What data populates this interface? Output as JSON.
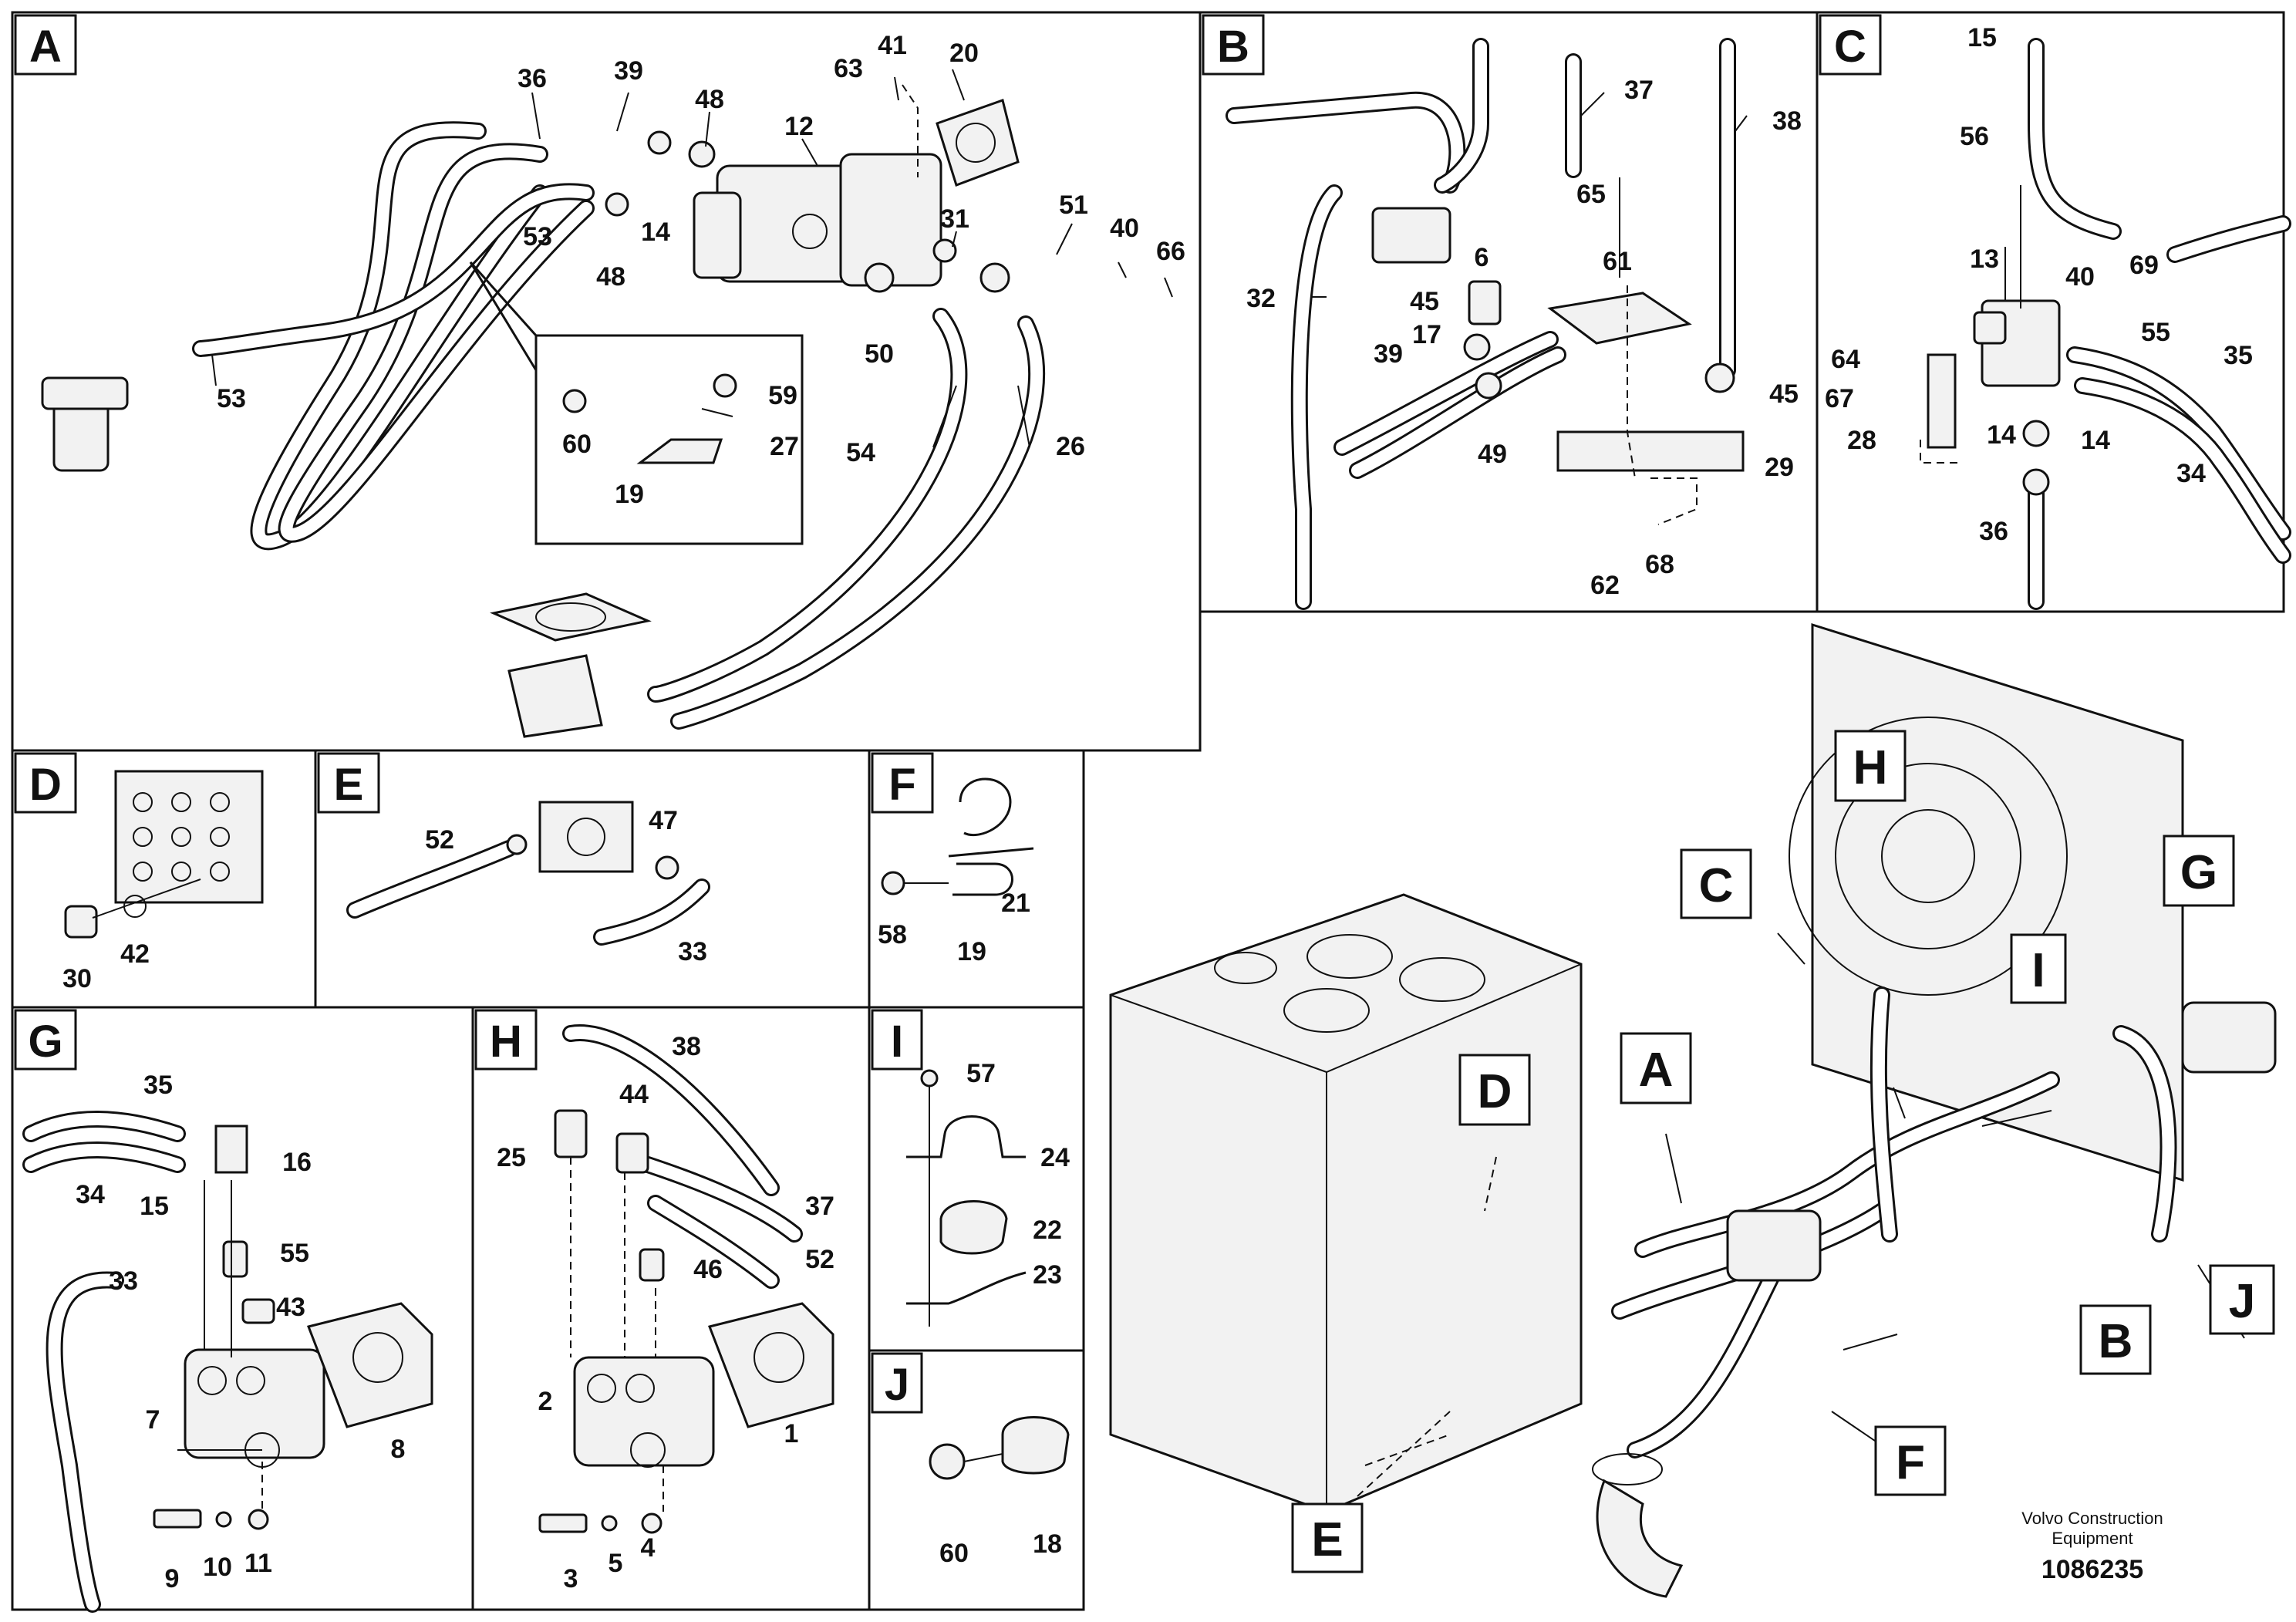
{
  "panels": {
    "A": {
      "letter": "A",
      "labels": [
        "36",
        "39",
        "48",
        "63",
        "41",
        "20",
        "12",
        "31",
        "51",
        "40",
        "66",
        "53",
        "14",
        "48",
        "50",
        "53",
        "59",
        "60",
        "27",
        "19",
        "54",
        "26"
      ]
    },
    "B": {
      "letter": "B",
      "labels": [
        "37",
        "38",
        "65",
        "6",
        "61",
        "45",
        "17",
        "39",
        "45",
        "49",
        "29",
        "32",
        "62",
        "68"
      ]
    },
    "C": {
      "letter": "C",
      "labels": [
        "15",
        "56",
        "13",
        "40",
        "69",
        "64",
        "67",
        "55",
        "35",
        "28",
        "14",
        "14",
        "34",
        "36"
      ]
    },
    "D": {
      "letter": "D",
      "labels": [
        "30",
        "42"
      ]
    },
    "E": {
      "letter": "E",
      "labels": [
        "52",
        "47",
        "33"
      ]
    },
    "F": {
      "letter": "F",
      "labels": [
        "58",
        "21",
        "19"
      ]
    },
    "G": {
      "letter": "G",
      "labels": [
        "35",
        "16",
        "34",
        "15",
        "55",
        "43",
        "33",
        "7",
        "8",
        "9",
        "10",
        "11"
      ]
    },
    "H": {
      "letter": "H",
      "labels": [
        "38",
        "44",
        "25",
        "37",
        "46",
        "52",
        "2",
        "1",
        "3",
        "5",
        "4"
      ]
    },
    "I": {
      "letter": "I",
      "labels": [
        "57",
        "24",
        "22",
        "23"
      ]
    },
    "J": {
      "letter": "J",
      "labels": [
        "60",
        "18"
      ]
    }
  },
  "overview": {
    "callouts": [
      "A",
      "B",
      "C",
      "D",
      "E",
      "F",
      "G",
      "H",
      "I",
      "J"
    ]
  },
  "footer": {
    "credit_line1": "Volvo Construction",
    "credit_line2": "Equipment",
    "doc_number": "1086235"
  }
}
